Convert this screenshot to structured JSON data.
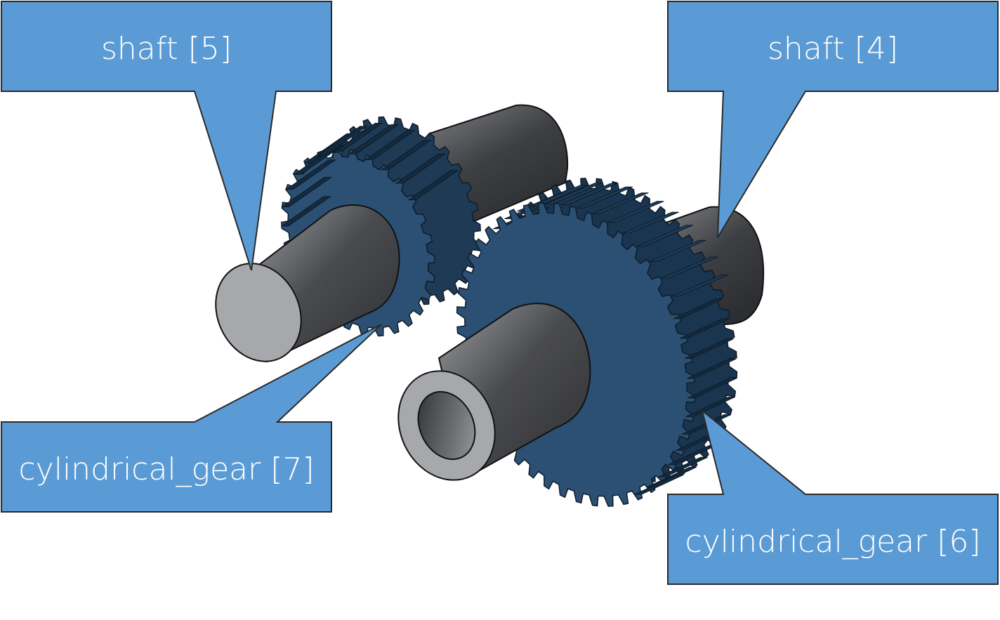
{
  "labels": {
    "shaft_5": "shaft [5]",
    "shaft_4": "shaft [4]",
    "gear_7": "cylindrical_gear [7]",
    "gear_6": "cylindrical_gear [6]"
  },
  "colors": {
    "callout_fill": "#5b9bd5",
    "callout_stroke": "#2a2a2a",
    "gear_face": "#2b5073",
    "gear_teeth_dark": "#132a3f",
    "gear_teeth_mid": "#1e3a55",
    "shaft_dark": "#353638",
    "shaft_light": "#8a8c90",
    "shaft_end": "#a6a8ab"
  }
}
